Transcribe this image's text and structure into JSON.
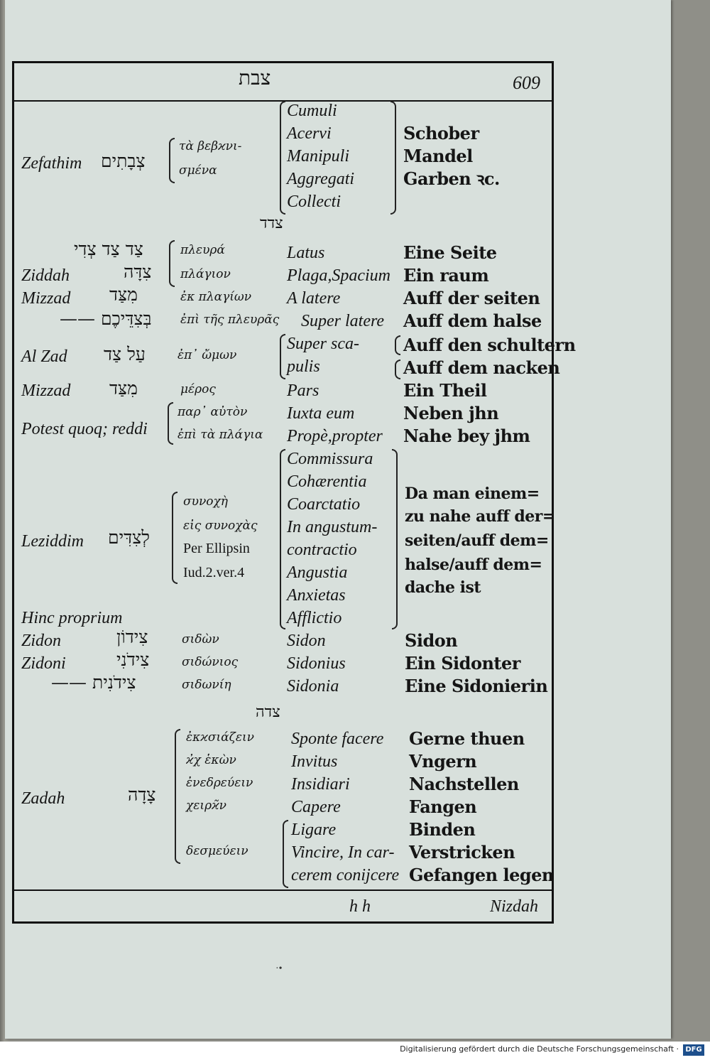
{
  "header": {
    "hebrew_title": "צבת",
    "page_number": "609"
  },
  "sections": [
    {
      "heading": "צדד"
    },
    {
      "heading": "צדה"
    }
  ],
  "entries": {
    "zefathim": {
      "lat": "Zefathim",
      "heb": "צְבָתִים",
      "grk": [
        "τὰ βεβϰνι-",
        "σμένα"
      ],
      "latin": [
        "Cumuli",
        "Acervi",
        "Manipuli",
        "Aggregati",
        "Collecti"
      ],
      "ger": [
        "Schober",
        "Mandel",
        "Garben ꝛc."
      ]
    },
    "row1": {
      "heb": "צַד צַד צְדִי",
      "grk": "πλευρά",
      "latin": "Latus",
      "ger": "Eine Seite"
    },
    "row2": {
      "lat": "Ziddah",
      "heb": "צִדָּה",
      "grk": "πλάγιον",
      "latin": "Plaga,Spacium",
      "ger": "Ein raum"
    },
    "row3": {
      "lat": "Mizzad",
      "heb": "מִצַּד",
      "grk": "ἐκ πλαγίων",
      "latin": "A latere",
      "ger": "Auff der seiten"
    },
    "row4": {
      "heb": "בְּצִדֵּיכֶם ——",
      "grk": "ἐπὶ τῆς πλευρᾶς",
      "latin": "Super latere",
      "ger": "Auff dem halse"
    },
    "row5": {
      "lat": "Al Zad",
      "heb": "עַל צַד",
      "grk": "ἐπ᾽ ὤμων",
      "latin": [
        "Super sca-",
        "pulis"
      ],
      "ger": [
        "Auff den schultern",
        "Auff dem nacken"
      ]
    },
    "row6": {
      "lat": "Mizzad",
      "heb": "מִצַּד",
      "grk": "μέρος",
      "latin": "Pars",
      "ger": "Ein Theil"
    },
    "row7": {
      "lat": "Potest quoq; reddi",
      "grk": [
        "παρ᾽ αὐτὸν",
        "ἐπὶ τὰ πλάγια"
      ],
      "latin": [
        "Iuxta eum",
        "Propè,propter"
      ],
      "ger": [
        "Neben jhn",
        "Nahe bey jhm"
      ]
    },
    "leziddim": {
      "lat": "Leziddim",
      "heb": "לְצִדִּים",
      "left": [
        "συνοχὴ",
        "εἰς συνοχὰς",
        "Per Ellipsin",
        "Iud.2.ver.4"
      ],
      "latin": [
        "Commissura",
        "Cohærentia",
        "Coarctatio",
        "In angustum-",
        "contractio",
        "Angustia",
        "Anxietas",
        "Afflictio"
      ],
      "ger": [
        "Da man einem=",
        "zu nahe auff der=",
        "seiten/auff dem=",
        "halse/auff dem=",
        "dache ist"
      ]
    },
    "hinc": "Hinc proprium",
    "zidon": {
      "lat": "Zidon",
      "heb": "צִידוֹן",
      "grk": "σιδὼν",
      "latin": "Sidon",
      "ger": "Sidon"
    },
    "zidoni": {
      "lat": "Zidoni",
      "heb": "צִידֹנִי",
      "grk": "σιδώνιος",
      "latin": "Sidonius",
      "ger": "Ein Sidonter"
    },
    "zidonit": {
      "heb": "צִידֹנִית ——",
      "grk": "σιδωνίη",
      "latin": "Sidonia",
      "ger": "Eine Sidonierin"
    },
    "zadah": {
      "lat": "Zadah",
      "heb": "צָדָה",
      "grk": [
        "ἐκϰσιάζειν",
        "ϰ̓χ ἑκὼν",
        "ἐνεδρεύειν",
        "χειρϰ̃ν",
        "δεσμεύειν"
      ],
      "latin": [
        "Sponte facere",
        "Invitus",
        "Insidiari",
        "Capere",
        "Ligare",
        "Vincire, In car-",
        "cerem conijcere"
      ],
      "ger": [
        "Gerne thuen",
        "Vngern",
        "Nachstellen",
        "Fangen",
        "Binden",
        "Verstricken",
        "Gefangen legen"
      ]
    }
  },
  "footer": {
    "signature": "h h",
    "catchword": "Nizdah",
    "digitization": "Digitalisierung gefördert durch die Deutsche Forschungsgemeinschaft ·",
    "logo": "DFG"
  }
}
